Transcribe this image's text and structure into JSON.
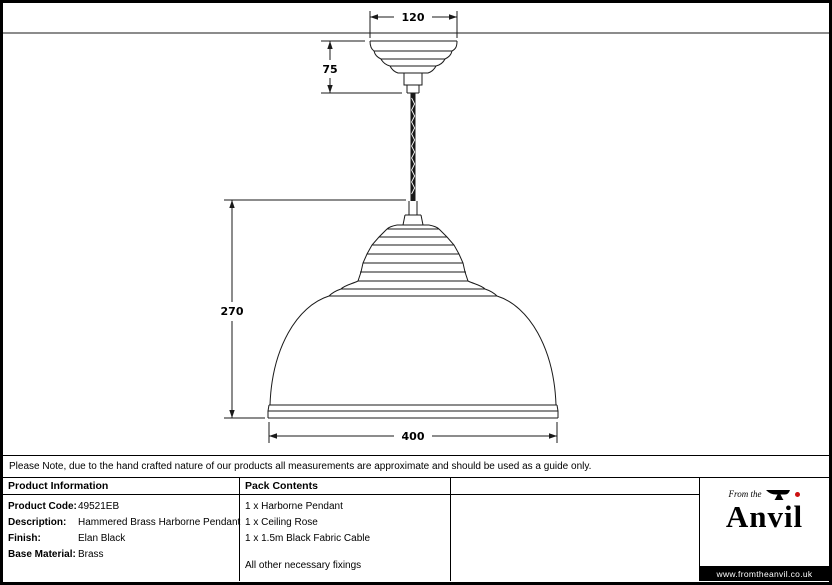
{
  "drawing": {
    "dims": {
      "rose_width": "120",
      "rose_drop": "75",
      "pendant_height": "270",
      "shade_diameter": "400"
    }
  },
  "note": "Please Note, due to the hand crafted nature of our products all measurements are approximate and should be used as a guide only.",
  "product_info": {
    "header": "Product Information",
    "rows": [
      {
        "label": "Product Code:",
        "value": "49521EB"
      },
      {
        "label": "Description:",
        "value": "Hammered Brass Harborne Pendant"
      },
      {
        "label": "Finish:",
        "value": "Elan Black"
      },
      {
        "label": "Base Material:",
        "value": "Brass"
      }
    ]
  },
  "pack_contents": {
    "header": "Pack Contents",
    "items": [
      "1 x Harborne Pendant",
      "1 x Ceiling Rose",
      "1 x 1.5m Black Fabric Cable"
    ],
    "footer": "All other necessary fixings"
  },
  "logo": {
    "prefix": "From the",
    "brand": "Anvil",
    "website": "www.fromtheanvil.co.uk"
  },
  "colors": {
    "line": "#1a1a1a",
    "accent_red": "#cc1111"
  }
}
